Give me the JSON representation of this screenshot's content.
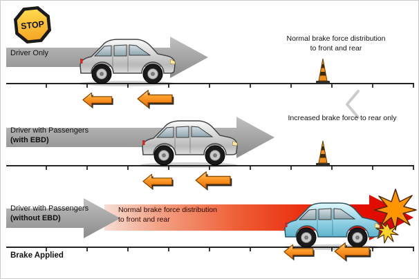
{
  "stop_sign": {
    "label": "STOP"
  },
  "rows": [
    {
      "label": "Driver Only",
      "label_bold": "",
      "annotation": "Normal brake force distribution\nto front and rear"
    },
    {
      "label": "Driver with Passengers",
      "label_bold": "(with EBD)",
      "annotation": "Increased brake force to rear only"
    },
    {
      "label": "Driver with Passengers",
      "label_bold": "(without EBD)",
      "annotation": "Normal brake force distribution\nto front and rear"
    }
  ],
  "footer": {
    "brake_applied_label": "Brake Applied"
  },
  "colors": {
    "momentum_gray": "#a2a2a2",
    "brake_orange": "#ff8c1a",
    "danger_red": "#e01000",
    "road_black": "#222222",
    "sign_yellow": "#ffc825"
  },
  "icons": {
    "stop_sign_icon": "octagon",
    "traffic_cone_icon": "striped-cone",
    "crash_burst_icon": "explosion-burst",
    "chevron_left_icon": "‹"
  }
}
